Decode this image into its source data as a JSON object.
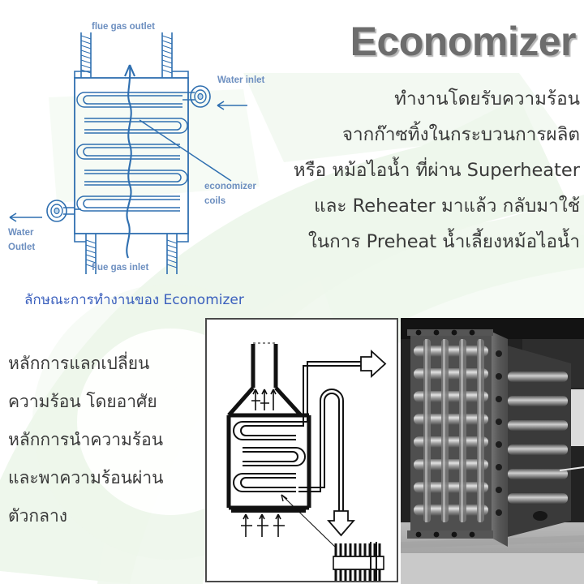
{
  "slide": {
    "title": "Economizer",
    "title_color": "#6d6d6d",
    "background_color": "#ffffff",
    "watermark_color": "#eef7ec"
  },
  "body_right": {
    "lines": [
      "ทำงานโดยรับความร้อน",
      "จากก๊าซทิ้งในกระบวนการผลิต",
      "หรือ หม้อไอน้ำ ที่ผ่าน Superheater",
      "และ Reheater  มาแล้ว  กลับมาใช้",
      "ในการ Preheat  น้ำเลี้ยงหม้อไอน้ำ"
    ],
    "text_color": "#3a3a3a"
  },
  "body_left": {
    "lines": [
      "หลักการแลกเปลี่ยน",
      "ความร้อน โดยอาศัย",
      "หลักการนำความร้อน",
      "และพาความร้อนผ่าน",
      "ตัวกลาง"
    ],
    "text_color": "#3a3a3a"
  },
  "diagram_top": {
    "caption": "ลักษณะการทำงานของ Economizer",
    "caption_color": "#3a5fbd",
    "line_color": "#2f6fb0",
    "label_color": "#6d8fc0",
    "labels": {
      "flue_gas_outlet": "flue gas outlet",
      "flue_gas_inlet": "flue gas inlet",
      "water_inlet": "Water inlet",
      "water_outlet_line1": "Water",
      "water_outlet_line2": "Outlet",
      "economizer_coils_line1": "economizer",
      "economizer_coils_line2": "coils"
    }
  },
  "panel_schematic": {
    "name": "boiler-economizer-line-drawing",
    "border_color": "#4a4a4a",
    "ink_color": "#111111"
  },
  "panel_photo": {
    "name": "economizer-tube-bundle-photograph",
    "tone": "grayscale"
  }
}
